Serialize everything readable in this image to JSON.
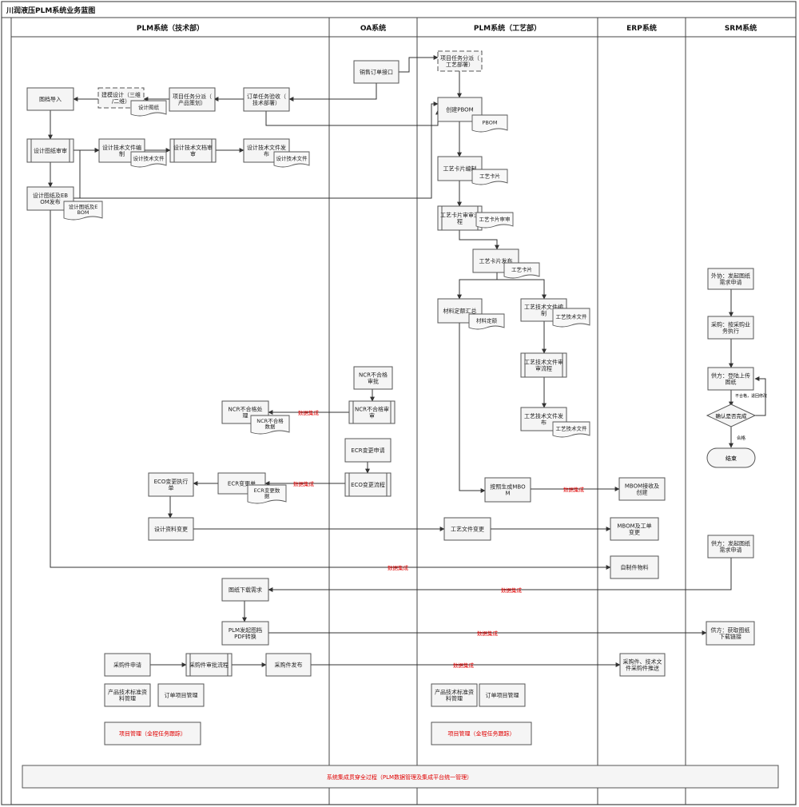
{
  "title": "川润液压PLM系统业务蓝图",
  "lanes": [
    {
      "id": "tech",
      "label": "PLM系统（技术部）"
    },
    {
      "id": "oa",
      "label": "OA系统"
    },
    {
      "id": "craft",
      "label": "PLM系统（工艺部）"
    },
    {
      "id": "erp",
      "label": "ERP系统"
    },
    {
      "id": "srm",
      "label": "SRM系统"
    }
  ],
  "nodes": [
    {
      "id": "n1",
      "label": "项目任务分派（工艺部署）",
      "style": "dashed"
    },
    {
      "id": "n2",
      "label": "销售订单接口"
    },
    {
      "id": "n3",
      "label": "订单任务验收（技术部署）"
    },
    {
      "id": "n4",
      "label": "项目任务分派（产品策划）"
    },
    {
      "id": "n5",
      "label": "建模设计（三维/二维）",
      "style": "dashed"
    },
    {
      "id": "n6",
      "label": "图档导入"
    },
    {
      "id": "n7",
      "label": "创建PBOM"
    },
    {
      "id": "n8",
      "label": "设计图纸审审"
    },
    {
      "id": "n9",
      "label": "设计技术文件编制"
    },
    {
      "id": "n10",
      "label": "设计技术文档审审"
    },
    {
      "id": "n11",
      "label": "设计技术文件发布"
    },
    {
      "id": "n12",
      "label": "工艺卡片编制"
    },
    {
      "id": "n13",
      "label": "设计图纸及EBOM发布"
    },
    {
      "id": "n14",
      "label": "工艺卡片审审流程"
    },
    {
      "id": "n15",
      "label": "工艺卡片发布"
    },
    {
      "id": "n16",
      "label": "材料定额汇总"
    },
    {
      "id": "n17",
      "label": "工艺技术文件编制"
    },
    {
      "id": "n18",
      "label": "工艺技术文件审审流程"
    },
    {
      "id": "n19",
      "label": "工艺技术文件发布"
    },
    {
      "id": "n20",
      "label": "NCR不合格审批"
    },
    {
      "id": "n21",
      "label": "NCR不合格审审"
    },
    {
      "id": "n22",
      "label": "NCR不合格处理"
    },
    {
      "id": "n23",
      "label": "ECR变更申请"
    },
    {
      "id": "n24",
      "label": "ECO变更执行单"
    },
    {
      "id": "n25",
      "label": "ECR变更单"
    },
    {
      "id": "n26",
      "label": "ECO变更流程"
    },
    {
      "id": "n27",
      "label": "设计资料变更"
    },
    {
      "id": "n28",
      "label": "工艺文件变更"
    },
    {
      "id": "n29",
      "label": "按照生成MBOM"
    },
    {
      "id": "n30",
      "label": "MBOM接收及创建"
    },
    {
      "id": "n31",
      "label": "MBOM及工单变更"
    },
    {
      "id": "n32",
      "label": "自制件物料"
    },
    {
      "id": "n33",
      "label": "外协：发起图纸需求申请"
    },
    {
      "id": "n34",
      "label": "采购：按采购业务执行"
    },
    {
      "id": "n35",
      "label": "供方：登陆上传图纸"
    },
    {
      "id": "n36",
      "label": "确认是否完成"
    },
    {
      "id": "n37",
      "label": "结束"
    },
    {
      "id": "n38",
      "label": "供方：发起图纸需求申请"
    },
    {
      "id": "n39",
      "label": "图纸下载需求"
    },
    {
      "id": "n40",
      "label": "PLM发起图档PDF转换"
    },
    {
      "id": "n41",
      "label": "供方：获取图纸下载链接"
    },
    {
      "id": "n42",
      "label": "采购件申请"
    },
    {
      "id": "n43",
      "label": "采购件审批流程"
    },
    {
      "id": "n44",
      "label": "采购件发布"
    },
    {
      "id": "n45",
      "label": "采购件、技术文件采购件推送"
    },
    {
      "id": "n46",
      "label": "产品技术标准资料管理"
    },
    {
      "id": "n47",
      "label": "订单项目管理"
    },
    {
      "id": "n48",
      "label": "项目管理（全程任务跟踪）"
    },
    {
      "id": "n49",
      "label": "产品技术标准资料管理"
    },
    {
      "id": "n50",
      "label": "订单项目管理"
    },
    {
      "id": "n51",
      "label": "项目管理（全程任务跟踪）"
    }
  ],
  "docs": [
    {
      "id": "d1",
      "label": "设计图纸"
    },
    {
      "id": "d2",
      "label": "PBOM"
    },
    {
      "id": "d3",
      "label": "设计技术文件"
    },
    {
      "id": "d4",
      "label": "设计技术文件"
    },
    {
      "id": "d5",
      "label": "工艺卡片"
    },
    {
      "id": "d6",
      "label": "设计图纸及EBOM"
    },
    {
      "id": "d7",
      "label": "工艺卡片审审"
    },
    {
      "id": "d8",
      "label": "工艺卡片"
    },
    {
      "id": "d9",
      "label": "材料定额"
    },
    {
      "id": "d10",
      "label": "工艺技术文件"
    },
    {
      "id": "d11",
      "label": "NCR不合格数据"
    },
    {
      "id": "d12",
      "label": "工艺技术文件"
    },
    {
      "id": "d13",
      "label": "ECR变更数据"
    }
  ],
  "edge_labels": {
    "e1": "数据集成",
    "e2": "数据集成",
    "e3": "数据集成",
    "e4": "数据集成",
    "e5": "数据集成",
    "e6": "数据集成",
    "e7": "数据集成"
  },
  "small_labels": {
    "no": "不合格，退回修改",
    "yes": "合格"
  },
  "footer_bar": "系统集成贯穿全过程（PLM数据管理及集成平台统一管理）",
  "colors": {
    "accent_red": "#e00000",
    "box_fill": "#f5f5f5",
    "stroke": "#555555"
  }
}
